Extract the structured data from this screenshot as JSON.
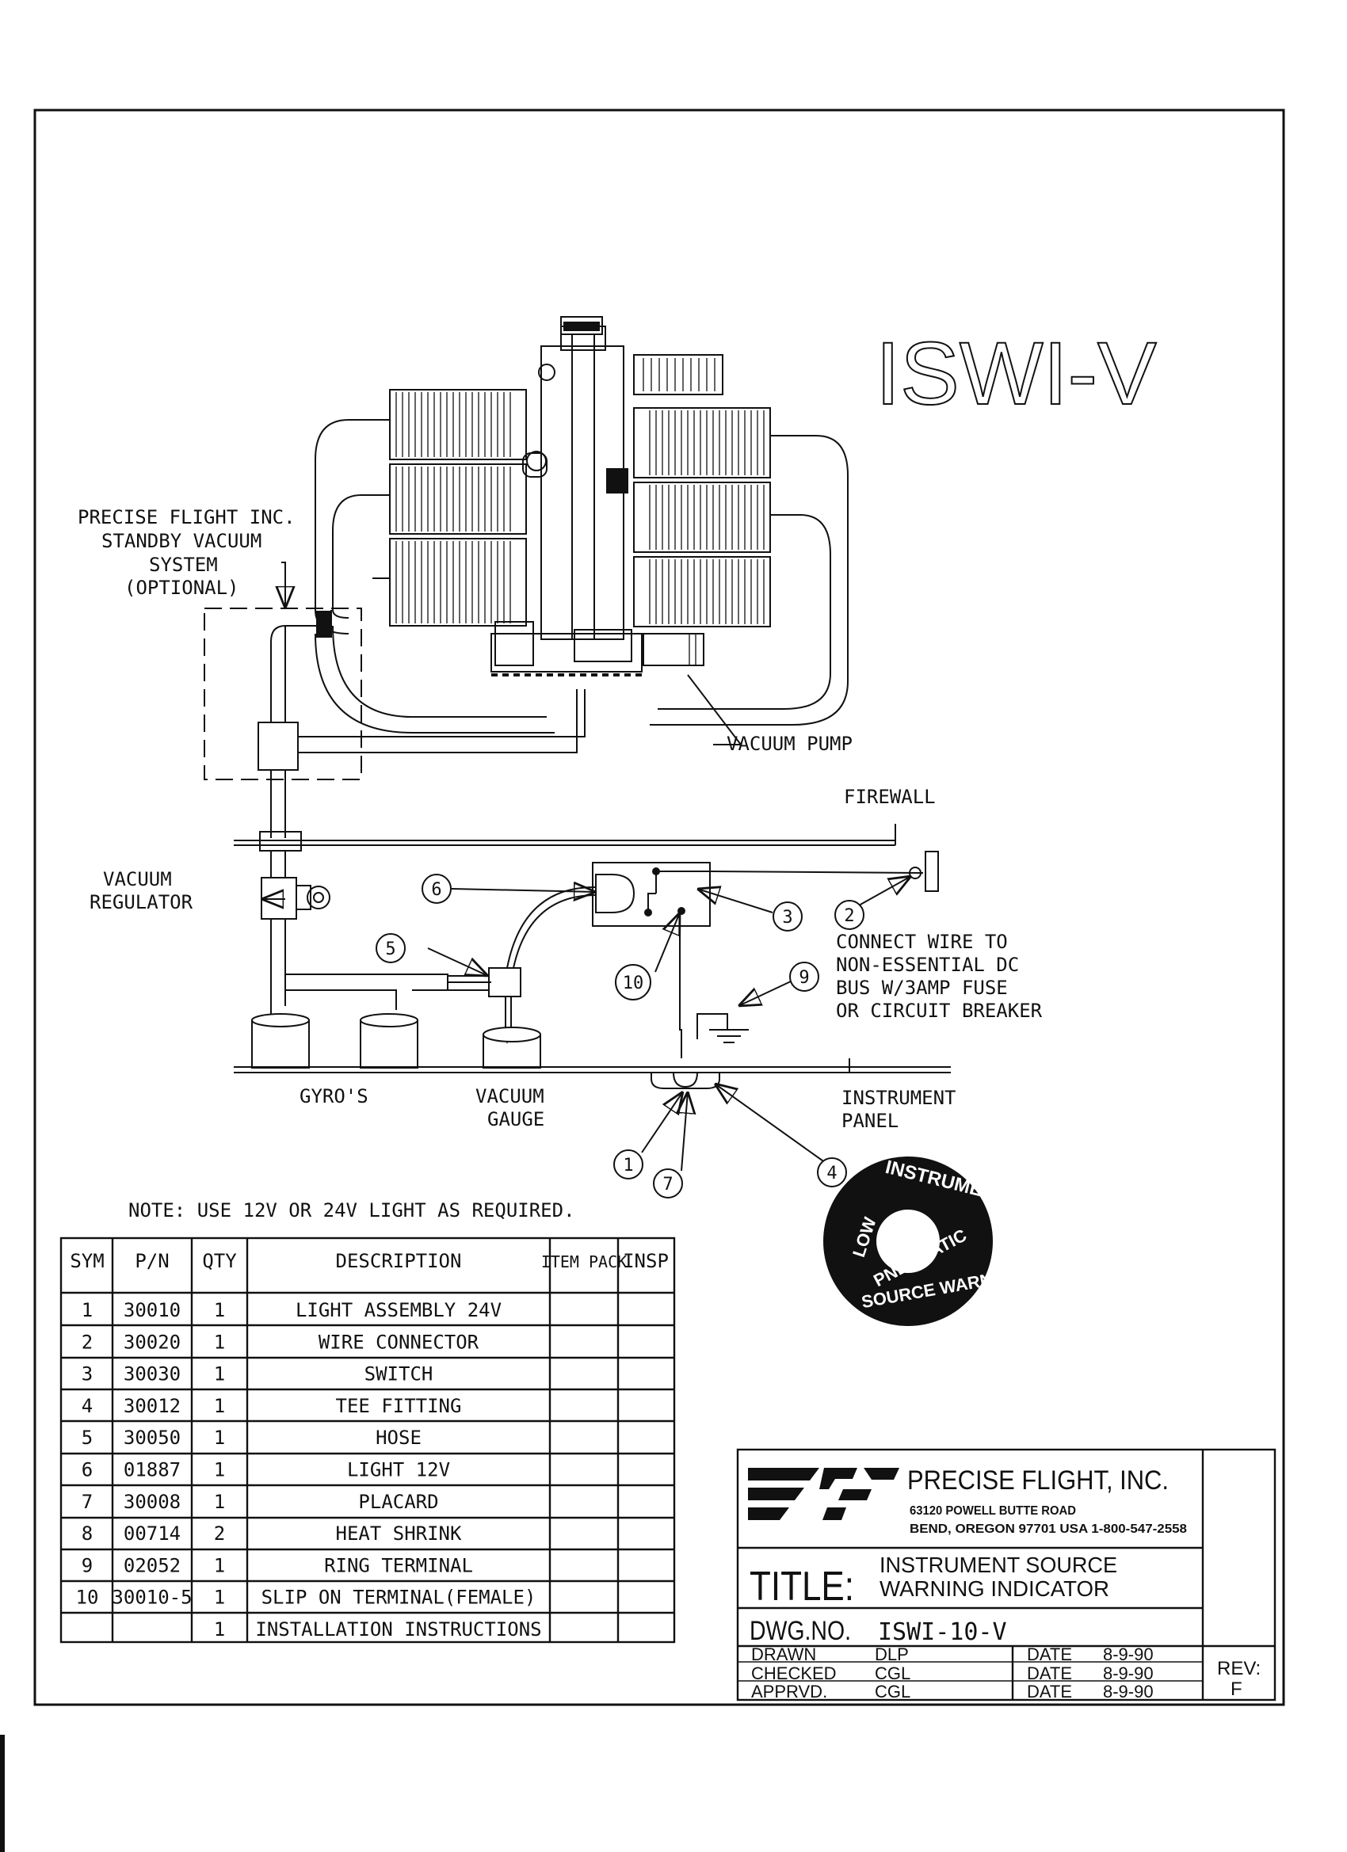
{
  "drawing_code": "ISWI-V",
  "labels": {
    "standby_line1": "PRECISE FLIGHT INC.",
    "standby_line2": "STANDBY VACUUM",
    "standby_line3": "SYSTEM",
    "standby_line4": "(OPTIONAL)",
    "vacuum_pump": "VACUUM PUMP",
    "firewall": "FIREWALL",
    "vacuum_regulator_line1": "VACUUM",
    "vacuum_regulator_line2": "REGULATOR",
    "connect_line1": "CONNECT WIRE TO",
    "connect_line2": "NON-ESSENTIAL DC",
    "connect_line3": "BUS W/3AMP FUSE",
    "connect_line4": "OR CIRCUIT BREAKER",
    "gyros": "GYRO'S",
    "vacuum_gauge_line1": "VACUUM",
    "vacuum_gauge_line2": "GAUGE",
    "instrument_panel_line1": "INSTRUMENT",
    "instrument_panel_line2": "PANEL",
    "note": "NOTE: USE 12V OR 24V LIGHT AS REQUIRED."
  },
  "callouts": [
    "1",
    "2",
    "3",
    "4",
    "5",
    "6",
    "7",
    "9",
    "10"
  ],
  "placard": {
    "top": "INSTRUMENT",
    "left": "LOW",
    "middle": "PNEUMATIC",
    "bottom": "SOURCE WARNING"
  },
  "parts_table": {
    "headers": [
      "SYM",
      "P/N",
      "QTY",
      "DESCRIPTION",
      "ITEM PACK",
      "INSP"
    ],
    "rows": [
      {
        "sym": "1",
        "pn": "30010",
        "qty": "1",
        "desc": "LIGHT ASSEMBLY 24V"
      },
      {
        "sym": "2",
        "pn": "30020",
        "qty": "1",
        "desc": "WIRE CONNECTOR"
      },
      {
        "sym": "3",
        "pn": "30030",
        "qty": "1",
        "desc": "SWITCH"
      },
      {
        "sym": "4",
        "pn": "30012",
        "qty": "1",
        "desc": "TEE FITTING"
      },
      {
        "sym": "5",
        "pn": "30050",
        "qty": "1",
        "desc": "HOSE"
      },
      {
        "sym": "6",
        "pn": "01887",
        "qty": "1",
        "desc": "LIGHT 12V"
      },
      {
        "sym": "7",
        "pn": "30008",
        "qty": "1",
        "desc": "PLACARD"
      },
      {
        "sym": "8",
        "pn": "00714",
        "qty": "2",
        "desc": "HEAT SHRINK"
      },
      {
        "sym": "9",
        "pn": "02052",
        "qty": "1",
        "desc": "RING TERMINAL"
      },
      {
        "sym": "10",
        "pn": "30010-5",
        "qty": "1",
        "desc": "SLIP ON TERMINAL(FEMALE)"
      },
      {
        "sym": "",
        "pn": "",
        "qty": "1",
        "desc": "INSTALLATION INSTRUCTIONS"
      }
    ]
  },
  "title_block": {
    "company": "PRECISE FLIGHT, INC.",
    "address1": "63120 POWELL BUTTE ROAD",
    "address2": "BEND, OREGON 97701 USA 1-800-547-2558",
    "title_label": "TITLE:",
    "title_line1": "INSTRUMENT SOURCE",
    "title_line2": "WARNING INDICATOR",
    "dwg_label": "DWG.NO.",
    "dwg_value": "ISWI-10-V",
    "drawn_label": "DRAWN",
    "drawn_by": "DLP",
    "checked_label": "CHECKED",
    "checked_by": "CGL",
    "approved_label": "APPRVD.",
    "approved_by": "CGL",
    "date_label": "DATE",
    "date_value": "8-9-90",
    "rev_label": "REV:",
    "rev_value": "F"
  }
}
